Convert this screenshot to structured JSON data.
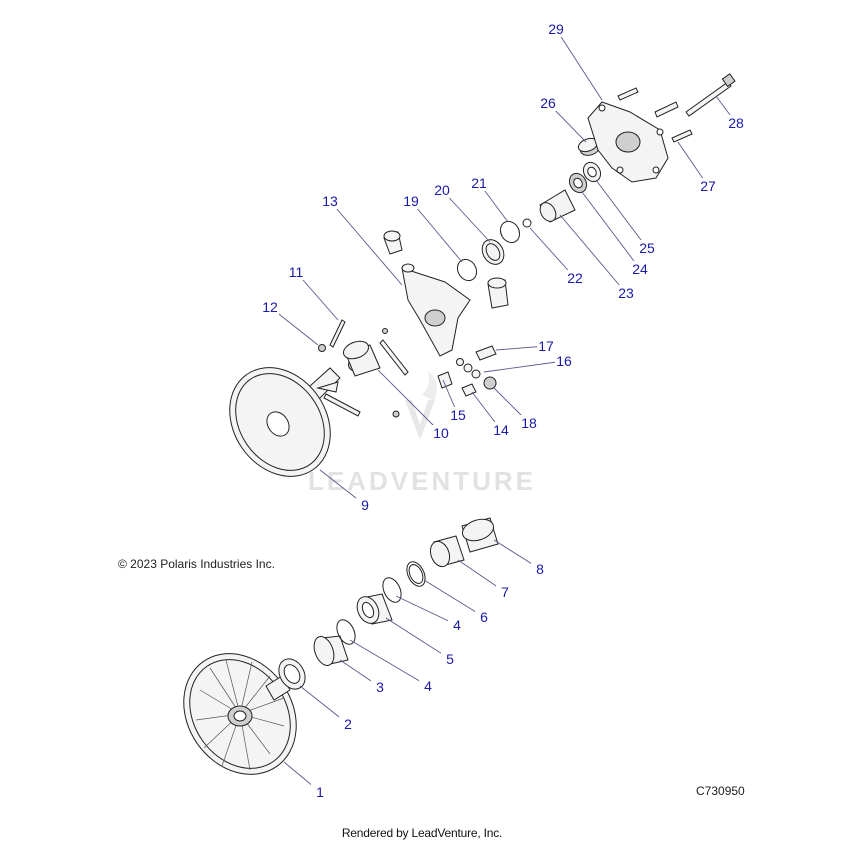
{
  "callouts": [
    {
      "label": "1"
    },
    {
      "label": "2"
    },
    {
      "label": "3"
    },
    {
      "label": "4"
    },
    {
      "label": "4"
    },
    {
      "label": "5"
    },
    {
      "label": "6"
    },
    {
      "label": "7"
    },
    {
      "label": "8"
    },
    {
      "label": "9"
    },
    {
      "label": "10"
    },
    {
      "label": "11"
    },
    {
      "label": "12"
    },
    {
      "label": "13"
    },
    {
      "label": "14"
    },
    {
      "label": "15"
    },
    {
      "label": "16"
    },
    {
      "label": "17"
    },
    {
      "label": "18"
    },
    {
      "label": "19"
    },
    {
      "label": "20"
    },
    {
      "label": "21"
    },
    {
      "label": "22"
    },
    {
      "label": "23"
    },
    {
      "label": "24"
    },
    {
      "label": "25"
    },
    {
      "label": "26"
    },
    {
      "label": "27"
    },
    {
      "label": "28"
    },
    {
      "label": "29"
    }
  ],
  "copyright": "© 2023 Polaris Industries Inc.",
  "diagram_id": "C730950",
  "rendered_by": "Rendered by LeadVenture, Inc.",
  "watermark": "LEADVENTURE",
  "colors": {
    "callout": "#1a1aa6",
    "line": "#222222",
    "watermark": "#e2e2e2"
  }
}
